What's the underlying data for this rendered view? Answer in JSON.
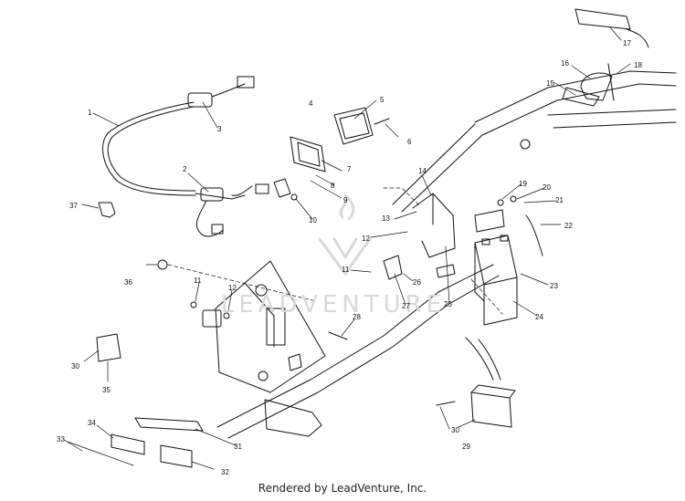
{
  "footer_text": "Rendered by LeadVenture, Inc.",
  "watermark_text": "LEADVENTURE",
  "colors": {
    "line": "#111111",
    "watermark": "#d9d9d9",
    "background": "#ffffff"
  },
  "callouts": [
    "1",
    "2",
    "3",
    "4",
    "5",
    "6",
    "7",
    "8",
    "9",
    "10",
    "11",
    "12",
    "13",
    "14",
    "15",
    "16",
    "17",
    "18",
    "19",
    "20",
    "21",
    "22",
    "23",
    "24",
    "25",
    "26",
    "27",
    "28",
    "29",
    "30",
    "31",
    "32",
    "33",
    "34",
    "35",
    "36",
    "37"
  ],
  "callouts_repeated": [
    "11",
    "12",
    "30"
  ]
}
